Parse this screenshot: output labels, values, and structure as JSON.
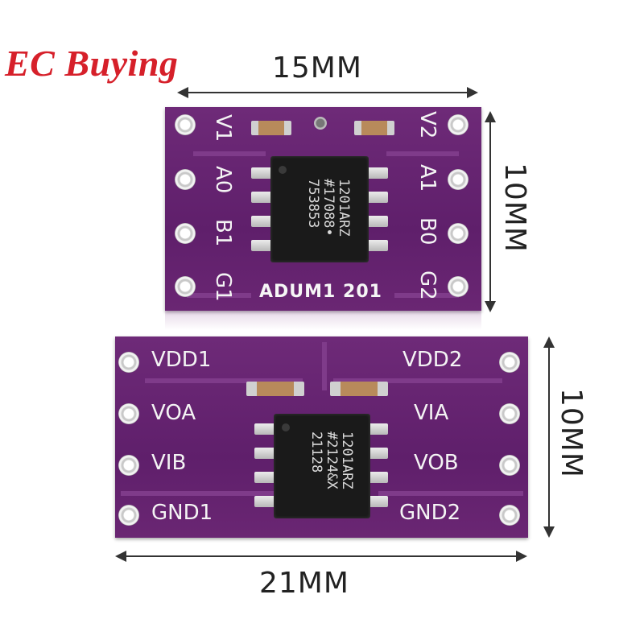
{
  "brand": {
    "text": "EC Buying",
    "color": "#d6202a"
  },
  "dimensions": {
    "top_width": "15MM",
    "top_height": "10MM",
    "bottom_height": "10MM",
    "bottom_width": "21MM"
  },
  "top_board": {
    "name": "ADUM1201",
    "title_text": "ADUM1 201",
    "left_pins": [
      "V1",
      "A0",
      "B1",
      "G1"
    ],
    "right_pins": [
      "V2",
      "A1",
      "B0",
      "G2"
    ],
    "chip_marking": "1201ARZ\n#17088•\n753853",
    "color": "#6a2673"
  },
  "bottom_board": {
    "left_pins": [
      "VDD1",
      "VOA",
      "VIB",
      "GND1"
    ],
    "right_pins": [
      "VDD2",
      "VIA",
      "VOB",
      "GND2"
    ],
    "chip_marking": "1201ARZ\n#2124&X\n21128",
    "color": "#6a2673"
  }
}
